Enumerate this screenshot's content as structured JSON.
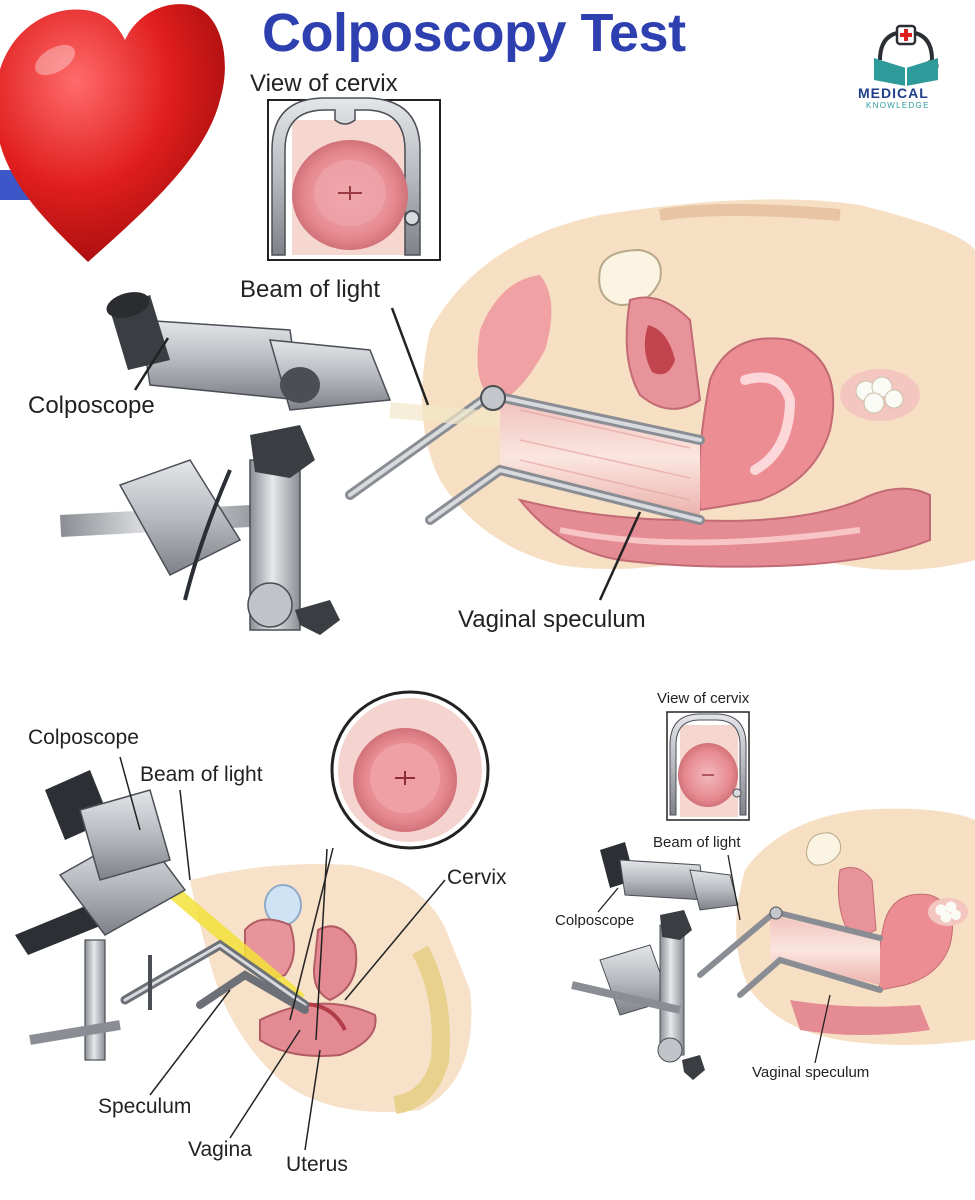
{
  "header": {
    "title": "Colposcopy Test",
    "logo_line1": "MEDICAL",
    "logo_line2": "KNOWLEDGE"
  },
  "top_diagram": {
    "inset_title": "View of cervix",
    "labels": {
      "beam": "Beam of light",
      "colposcope": "Colposcope",
      "speculum": "Vaginal speculum"
    }
  },
  "bottom_left_diagram": {
    "labels": {
      "colposcope": "Colposcope",
      "beam": "Beam of light",
      "cervix": "Cervix",
      "speculum": "Speculum",
      "vagina": "Vagina",
      "uterus": "Uterus"
    }
  },
  "bottom_right_diagram": {
    "inset_title": "View of cervix",
    "labels": {
      "beam": "Beam of light",
      "colposcope": "Colposcope",
      "speculum": "Vaginal speculum"
    }
  },
  "colors": {
    "title": "#2e3fb0",
    "heart": "#e01e1e",
    "tissue_pink": "#e8929a",
    "tissue_light": "#f6d2cc",
    "skin": "#f7dfc3",
    "metal": "#b9bcc1",
    "dark_metal": "#4b4f55",
    "beam_yellow": "#f4e23a"
  }
}
